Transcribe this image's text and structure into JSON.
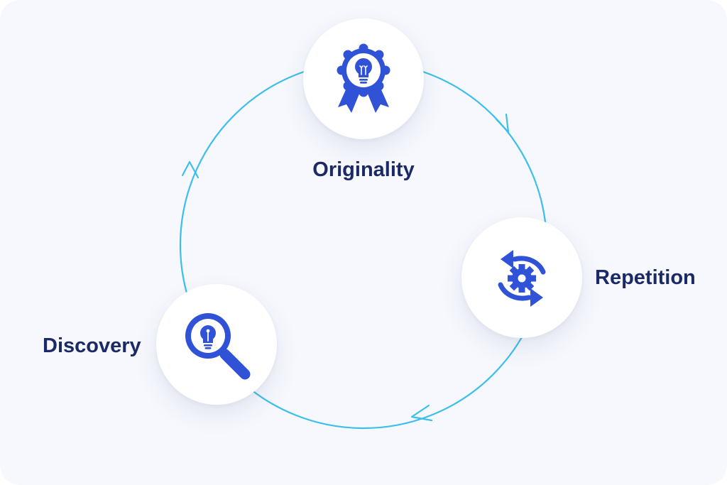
{
  "colors": {
    "background": "#f6f8fd",
    "ring": "#3ebfea",
    "icon": "#2f52d6",
    "label": "#1b2a66",
    "node": "#ffffff"
  },
  "cycle": {
    "direction": "clockwise",
    "steps": [
      {
        "id": "originality",
        "label": "Originality",
        "icon": "award-lightbulb-icon"
      },
      {
        "id": "repetition",
        "label": "Repetition",
        "icon": "gear-refresh-icon"
      },
      {
        "id": "discovery",
        "label": "Discovery",
        "icon": "magnifier-lightbulb-icon"
      }
    ]
  }
}
